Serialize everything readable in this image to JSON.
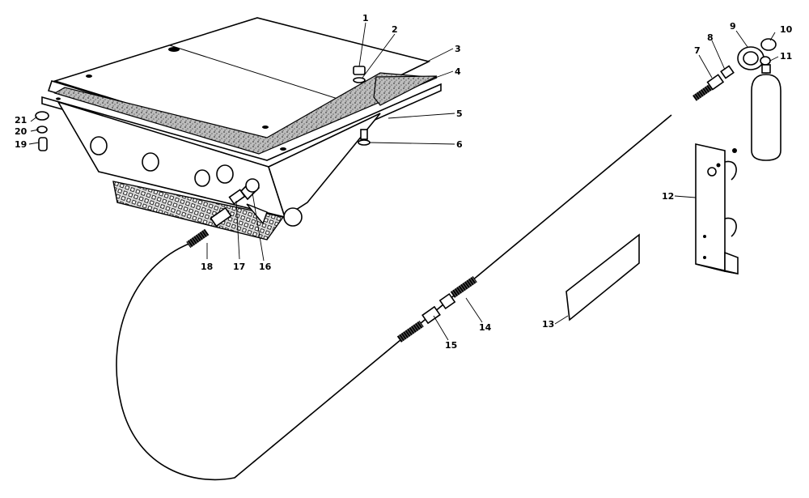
{
  "callouts": [
    "1",
    "2",
    "3",
    "4",
    "5",
    "6",
    "7",
    "8",
    "9",
    "10",
    "11",
    "12",
    "13",
    "14",
    "15",
    "16",
    "17",
    "18",
    "19",
    "20",
    "21"
  ],
  "colors": {
    "ink": "#000000",
    "paper": "#ffffff",
    "gasket": "#9a9a9a"
  }
}
